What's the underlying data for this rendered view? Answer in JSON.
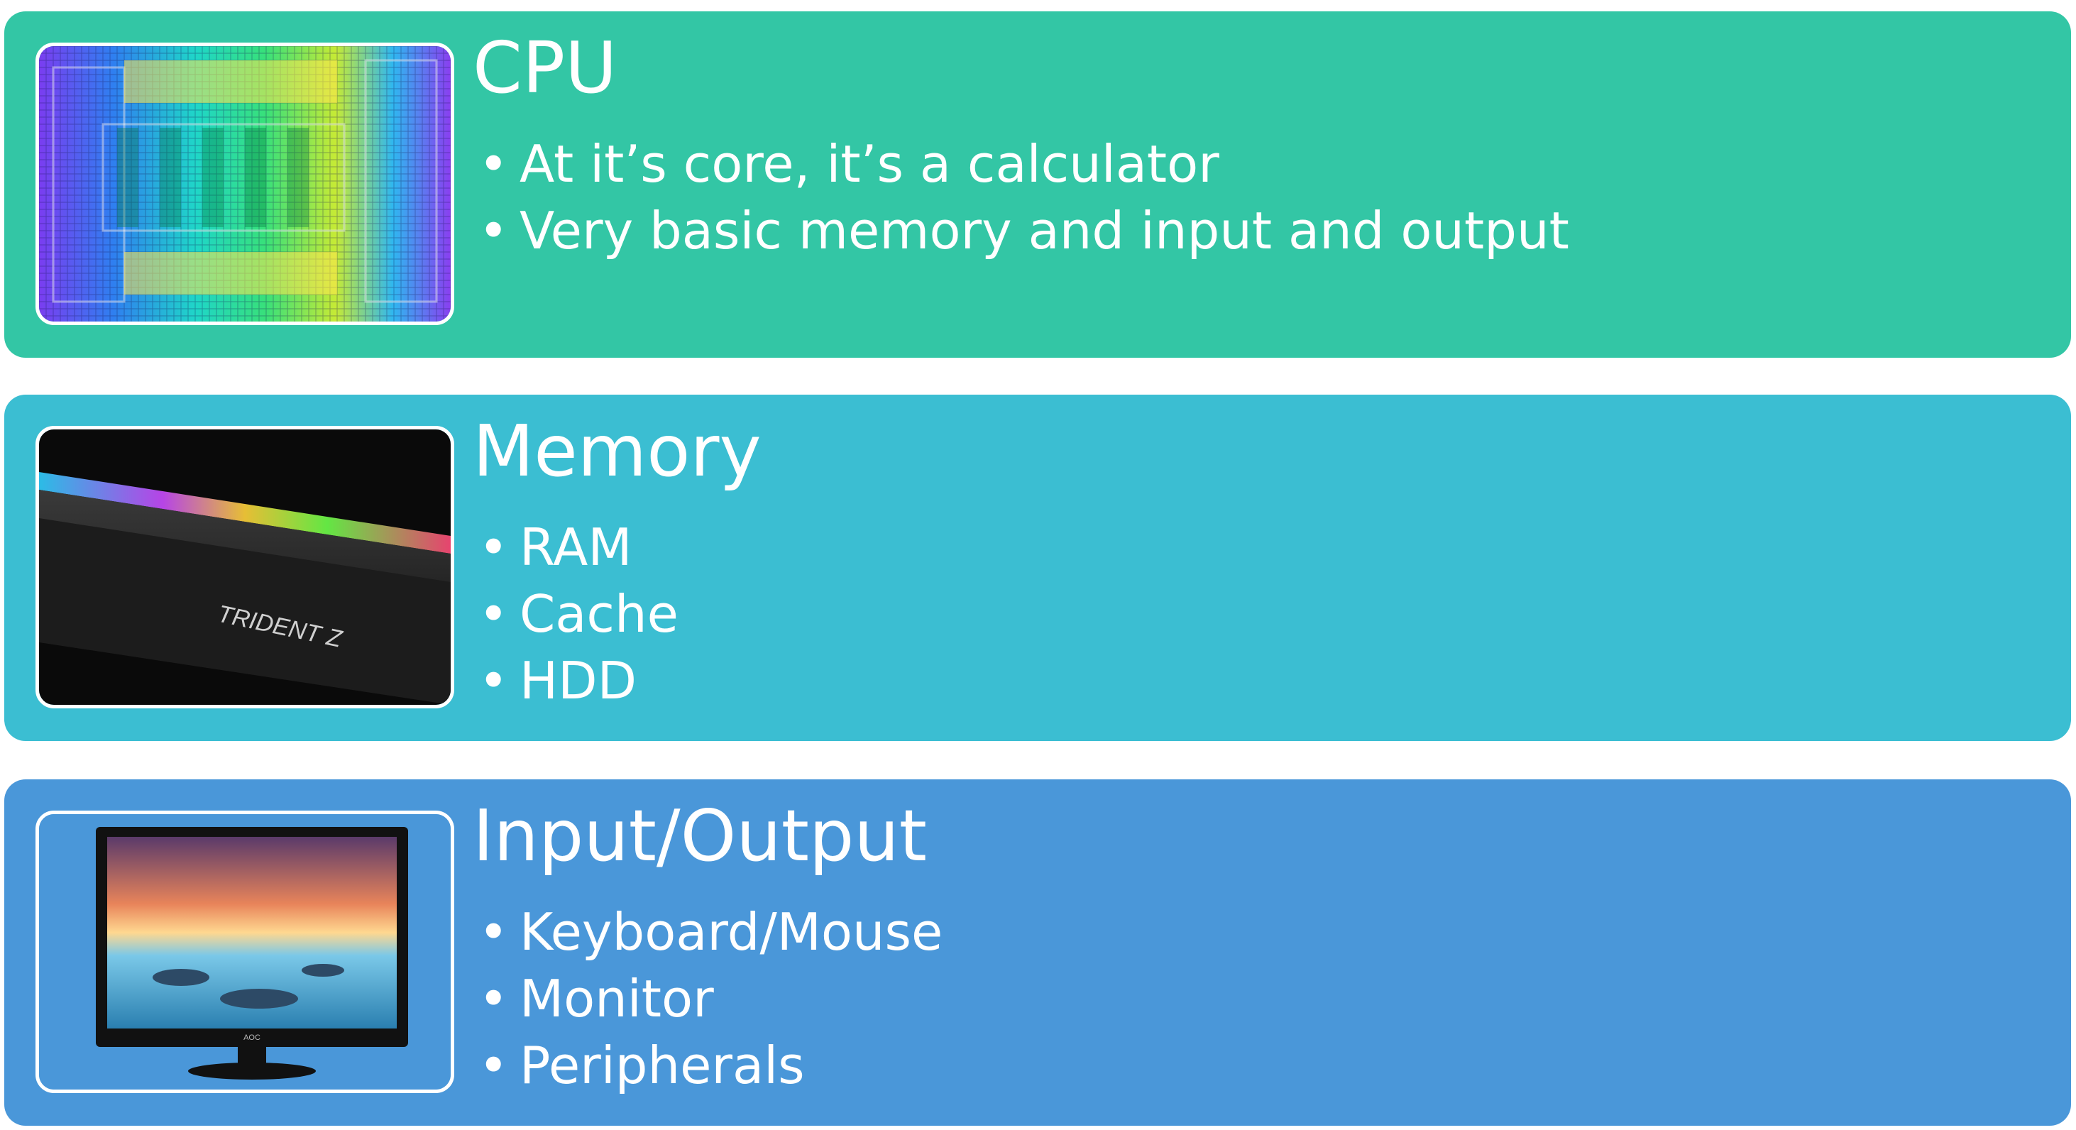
{
  "colors": {
    "cpu_panel": "#33c6a5",
    "memory_panel": "#3bbed2",
    "io_panel": "#4a97d9",
    "text": "#ffffff"
  },
  "panels": [
    {
      "icon": "cpu-die-image",
      "title": "CPU",
      "bullets": [
        "At it’s core, it’s a calculator",
        "Very basic memory and input and output"
      ]
    },
    {
      "icon": "ram-module-image",
      "title": "Memory",
      "bullets": [
        "RAM",
        "Cache",
        "HDD"
      ]
    },
    {
      "icon": "monitor-image",
      "title": "Input/Output",
      "bullets": [
        "Keyboard/Mouse",
        "Monitor",
        "Peripherals"
      ]
    }
  ],
  "ram_label": "TRIDENT Z",
  "monitor_brand": "AOC"
}
